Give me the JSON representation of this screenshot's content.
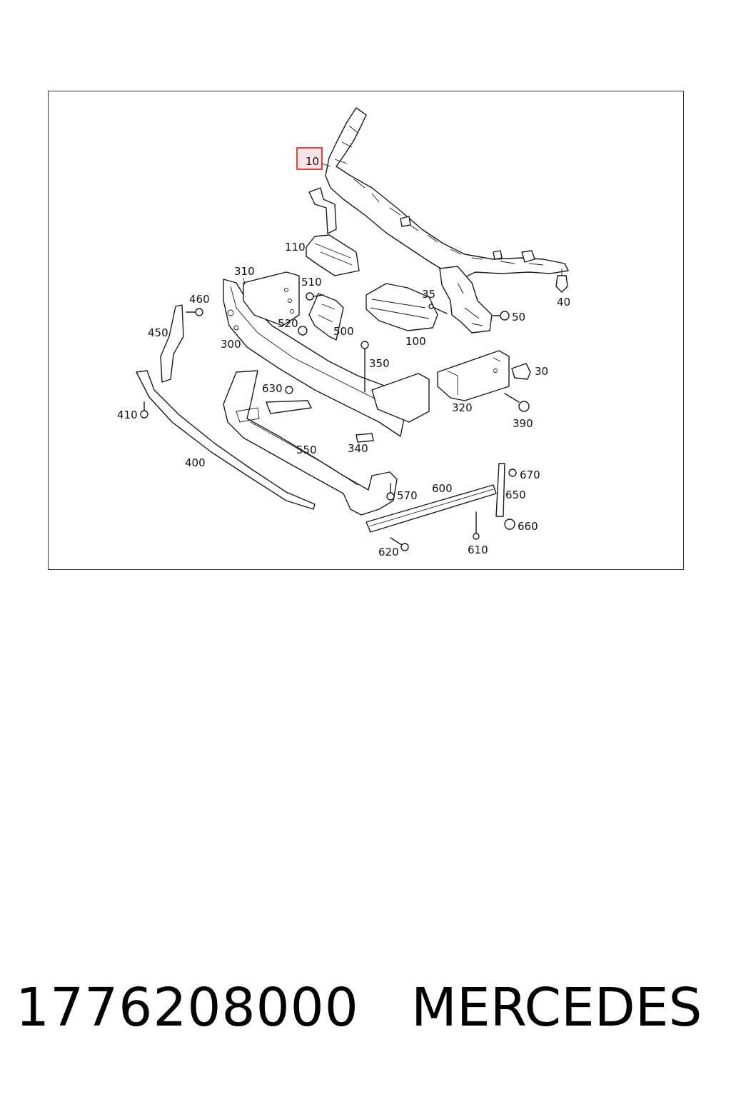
{
  "diagram": {
    "highlight_color": "#e03030",
    "highlight_fill": "#fbe3e6",
    "callouts": {
      "c10": "10",
      "c30": "30",
      "c35": "35",
      "c40": "40",
      "c50": "50",
      "c100": "100",
      "c110": "110",
      "c300": "300",
      "c310": "310",
      "c320": "320",
      "c340": "340",
      "c350": "350",
      "c390": "390",
      "c400": "400",
      "c410": "410",
      "c450": "450",
      "c460": "460",
      "c500": "500",
      "c510": "510",
      "c520": "520",
      "c550": "550",
      "c570": "570",
      "c600": "600",
      "c610": "610",
      "c620": "620",
      "c630": "630",
      "c650": "650",
      "c660": "660",
      "c670": "670"
    }
  },
  "footer": {
    "part_number": "1776208000",
    "brand": "MERCEDES"
  }
}
